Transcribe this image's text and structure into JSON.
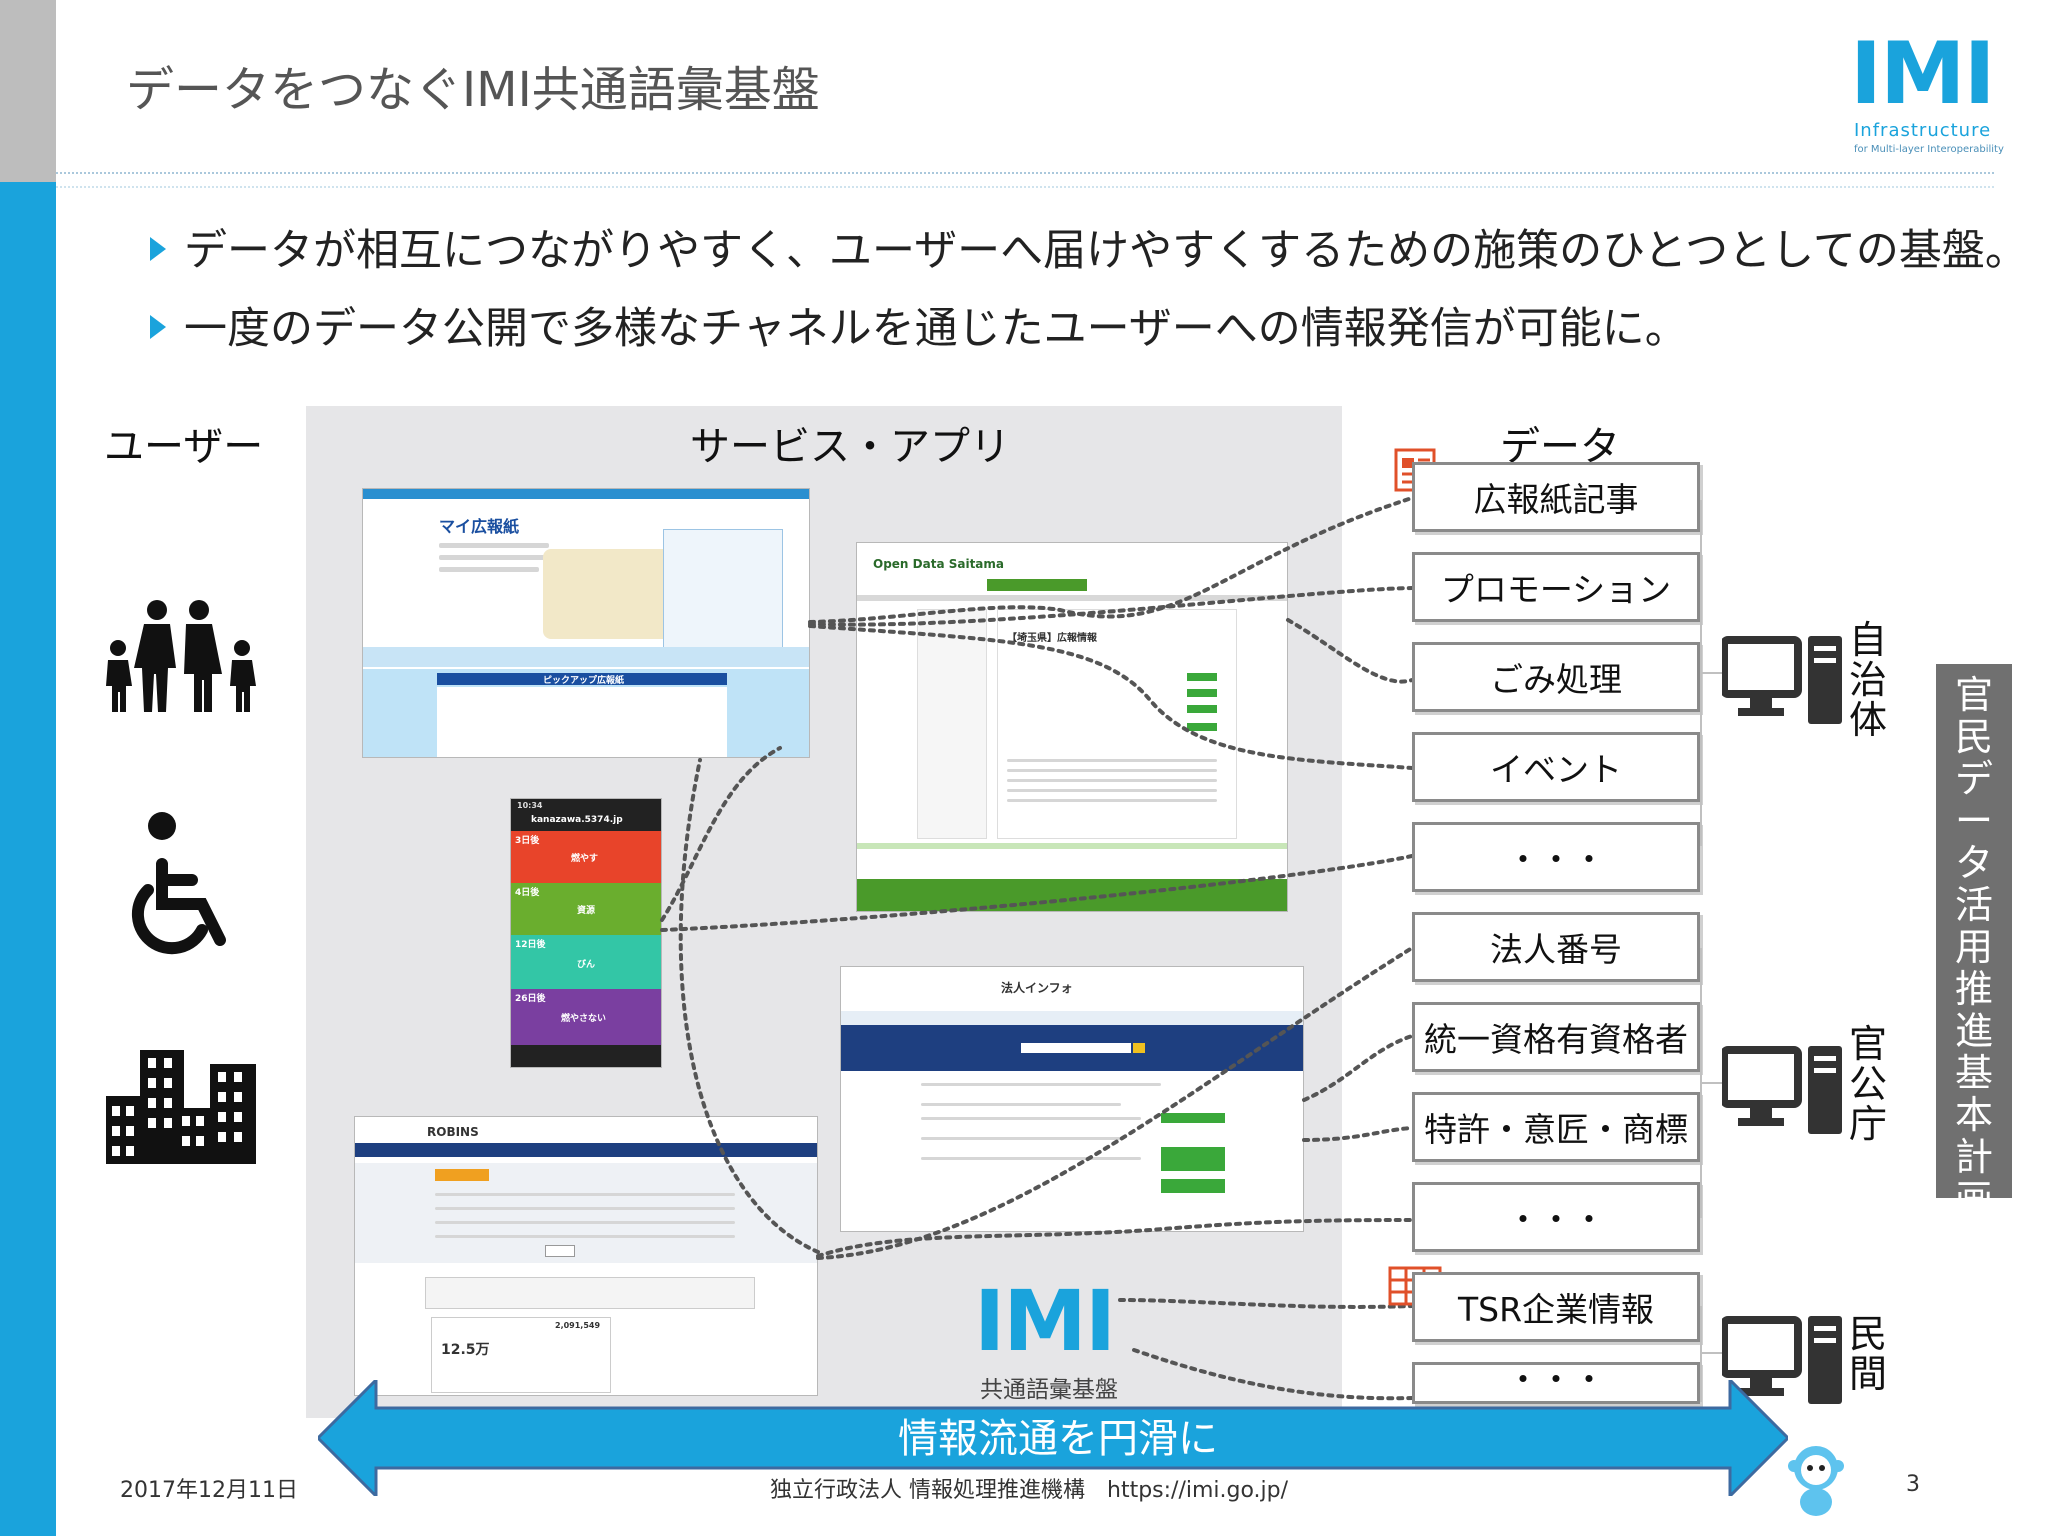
{
  "slide": {
    "title": "データをつなぐIMI共通語彙基盤",
    "logo": {
      "mark": "IMI",
      "line1": "Infrastructure",
      "line2": "for Multi-layer Interoperability"
    },
    "bullets": [
      "データが相互につながりやすく、ユーザーへ届けやすくするための施策のひとつとしての基盤。",
      "一度のデータ公開で多様なチャネルを通じたユーザーへの情報発信が可能に。"
    ]
  },
  "columns": {
    "users": "ユーザー",
    "services": "サービス・アプリ",
    "data": "データ"
  },
  "users": {
    "icons": [
      "family-icon",
      "wheelchair-icon",
      "buildings-icon"
    ]
  },
  "services": {
    "koho": {
      "title": "マイ広報紙",
      "band": "ピックアップ広報紙"
    },
    "open_data": {
      "brand": "Open Data Saitama",
      "panel": "【埼玉県】広報情報"
    },
    "gomi": {
      "address": "kanazawa.5374.jp",
      "time": "10:34",
      "days": [
        "3日後",
        "4日後",
        "12日後",
        "26日後"
      ],
      "labels": [
        "燃やす",
        "資源",
        "びん",
        "燃やさない"
      ]
    },
    "houjin": {
      "title": "法人インフォ"
    },
    "robins": {
      "title": "ROBINS",
      "count": "12.5万",
      "value": "2,091,549"
    }
  },
  "center_logo": {
    "mark": "IMI",
    "caption": "共通語彙基盤"
  },
  "data_items": [
    {
      "label": "広報紙記事"
    },
    {
      "label": "プロモーション"
    },
    {
      "label": "ごみ処理"
    },
    {
      "label": "イベント"
    },
    {
      "label": "・・・"
    },
    {
      "label": "法人番号"
    },
    {
      "label": "統一資格有資格者"
    },
    {
      "label": "特許・意匠・商標"
    },
    {
      "label": "・・・"
    },
    {
      "label": "TSR企業情報"
    },
    {
      "label": "・・・"
    }
  ],
  "providers": [
    {
      "label": "自治体",
      "chars": [
        "自",
        "治",
        "体"
      ]
    },
    {
      "label": "官公庁",
      "chars": [
        "官",
        "公",
        "庁"
      ]
    },
    {
      "label": "民間",
      "chars": [
        "民",
        "間"
      ]
    }
  ],
  "side_label": {
    "chars": [
      "官",
      "民",
      "デ",
      "ー",
      "タ",
      "活",
      "用",
      "推",
      "進",
      "基",
      "本",
      "計",
      "画"
    ]
  },
  "arrow_label": "情報流通を円滑に",
  "footer": {
    "date": "2017年12月11日",
    "org": "独立行政法人 情報処理推進機構　https://imi.go.jp/",
    "page": "3"
  },
  "colors": {
    "accent": "#1aa3dc",
    "gray": "#707070",
    "panel": "#e6e6e8",
    "odBar": "#4a9a2a",
    "gomi": [
      "#e8442a",
      "#6aae2e",
      "#33c6a6",
      "#7a3fa0"
    ]
  }
}
